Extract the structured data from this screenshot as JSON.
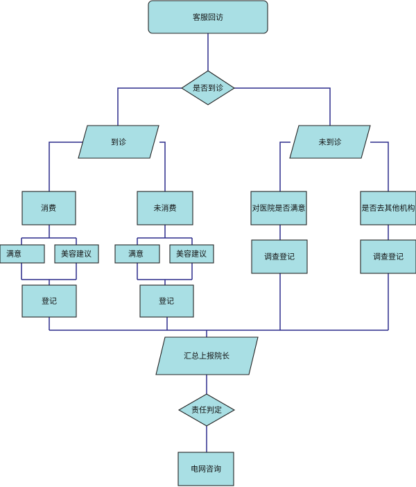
{
  "flowchart": {
    "start": "客服回访",
    "decision_visit": "是否到诊",
    "branch_visited": "到诊",
    "branch_not_visited": "未到诊",
    "spent": "消费",
    "not_spent": "未消费",
    "hospital_satisfaction": "对医院是否满意",
    "other_institution": "是否去其他机构",
    "satisfied_a": "满意",
    "beauty_advice_a": "美容建议",
    "satisfied_b": "满意",
    "beauty_advice_b": "美容建议",
    "register_a": "登记",
    "register_b": "登记",
    "survey_register_a": "调查登记",
    "survey_register_b": "调查登记",
    "report_director": "汇总上报院长",
    "responsibility": "责任判定",
    "online_consult": "电网咨询"
  }
}
